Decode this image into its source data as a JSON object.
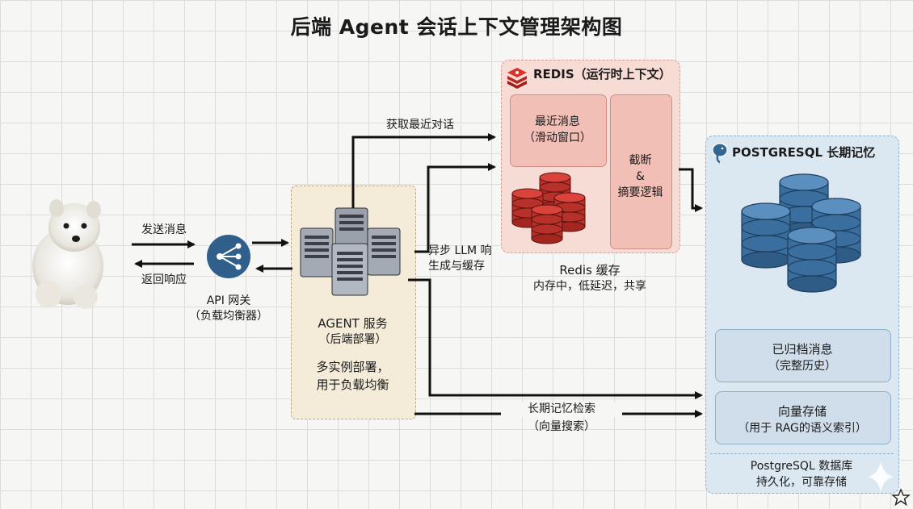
{
  "title": "后端 Agent 会话上下文管理架构图",
  "gateway": {
    "label1": "API 网关",
    "label2": "（负载均衡器）"
  },
  "arrows": {
    "send": "发送消息",
    "return": "返回响应",
    "fetch": "获取最近对话",
    "async1": "异步 LLM 响",
    "async2": "生成与缓存",
    "search1": "长期记忆检索",
    "search2": "（向量搜索）"
  },
  "agent": {
    "name": "AGENT 服务",
    "sub": "（后端部署）",
    "desc1": "多实例部署，",
    "desc2": "用于负载均衡"
  },
  "redis": {
    "title": "REDIS（运行时上下文）",
    "recent1": "最近消息",
    "recent2": "（滑动窗口）",
    "trunc1": "截断",
    "trunc2": "&",
    "trunc3": "摘要逻辑",
    "cache1": "Redis 缓存",
    "cache2": "内存中，低延迟，共享"
  },
  "postgres": {
    "title": "POSTGRESQL 长期记忆",
    "archived1": "已归档消息",
    "archived2": "（完整历史）",
    "vector1": "向量存储",
    "vector2": "（用于 RAG的语义索引）",
    "db1": "PostgreSQL 数据库",
    "db2": "持久化，可靠存储"
  },
  "icons": [
    "dog-photo",
    "gateway-icon",
    "server-cluster-icon",
    "redis-logo-icon",
    "redis-db-icon",
    "postgres-elephant-icon",
    "postgres-db-icon",
    "sparkle-icon",
    "star-icon"
  ],
  "colors": {
    "redis_bg": "#f7dcd6",
    "redis_db": "#c0392b",
    "pg_bg": "#dce8f1",
    "pg_db": "#3a6e9e",
    "agent_bg": "#f4ecd9",
    "gateway": "#2f5f8a"
  }
}
